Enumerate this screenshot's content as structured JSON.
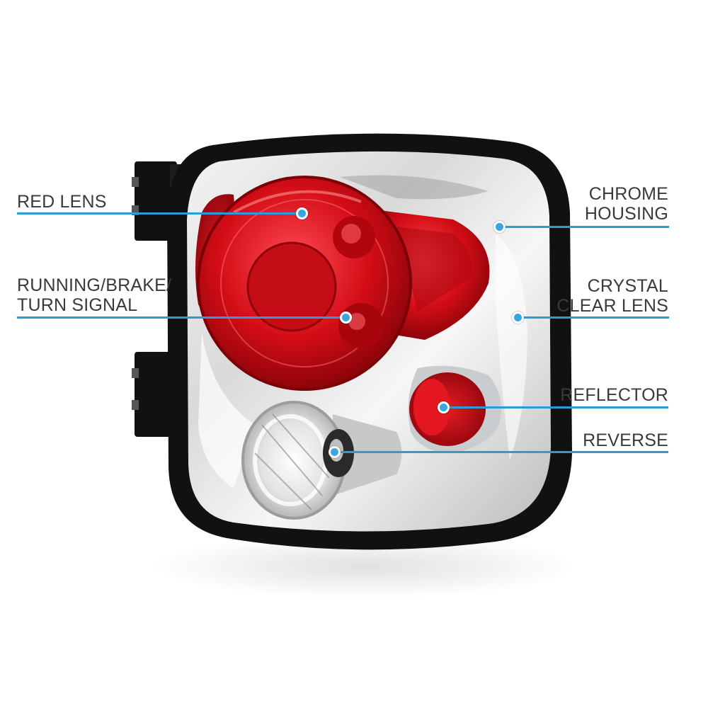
{
  "callouts": {
    "red_lens": "RED LENS",
    "running_line1": "RUNNING/BRAKE/",
    "running_line2": "TURN SIGNAL",
    "chrome_line1": "CHROME",
    "chrome_line2": "HOUSING",
    "crystal_line1": "CRYSTAL",
    "crystal_line2": "CLEAR LENS",
    "reflector": "REFLECTOR",
    "reverse": "REVERSE"
  },
  "colors": {
    "callout_line": "#2f9bd6",
    "label_text": "#3a3a3a",
    "lens_red": "#d8101a",
    "housing_black": "#111111",
    "chrome": "#e6e6e6"
  }
}
